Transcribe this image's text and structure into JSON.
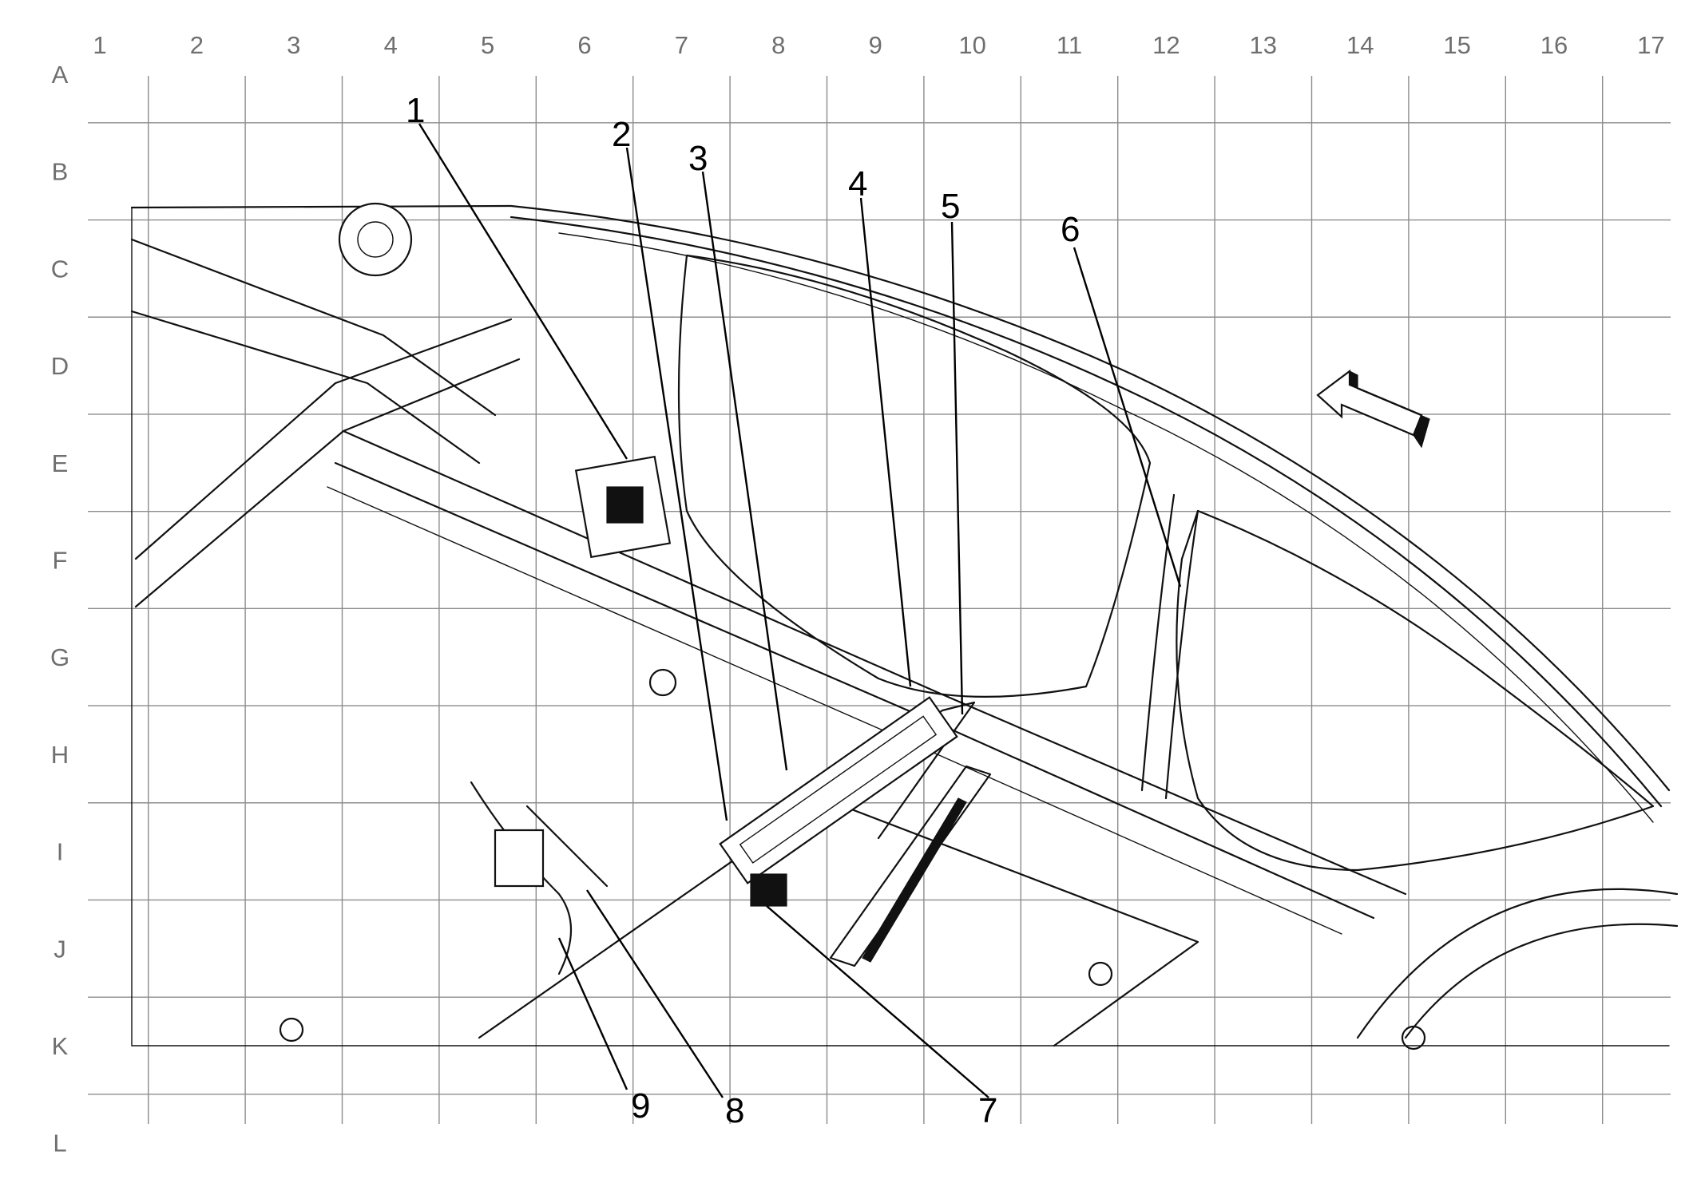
{
  "grid": {
    "columns": [
      "1",
      "2",
      "3",
      "4",
      "5",
      "6",
      "7",
      "8",
      "9",
      "10",
      "11",
      "12",
      "13",
      "14",
      "15",
      "16",
      "17"
    ],
    "rows": [
      "A",
      "B",
      "C",
      "D",
      "E",
      "F",
      "G",
      "H",
      "I",
      "J",
      "K",
      "L"
    ]
  },
  "callouts": [
    {
      "id": "1",
      "label": "1"
    },
    {
      "id": "2",
      "label": "2"
    },
    {
      "id": "3",
      "label": "3"
    },
    {
      "id": "4",
      "label": "4"
    },
    {
      "id": "5",
      "label": "5"
    },
    {
      "id": "6",
      "label": "6"
    },
    {
      "id": "7",
      "label": "7"
    },
    {
      "id": "8",
      "label": "8"
    },
    {
      "id": "9",
      "label": "9"
    }
  ],
  "direction_arrow": {
    "icon": "forward-direction-arrow-icon"
  },
  "colors": {
    "line": "#111111",
    "grid": "#8c8c8c",
    "grid_label": "#6f6f6f",
    "background": "#ffffff"
  }
}
